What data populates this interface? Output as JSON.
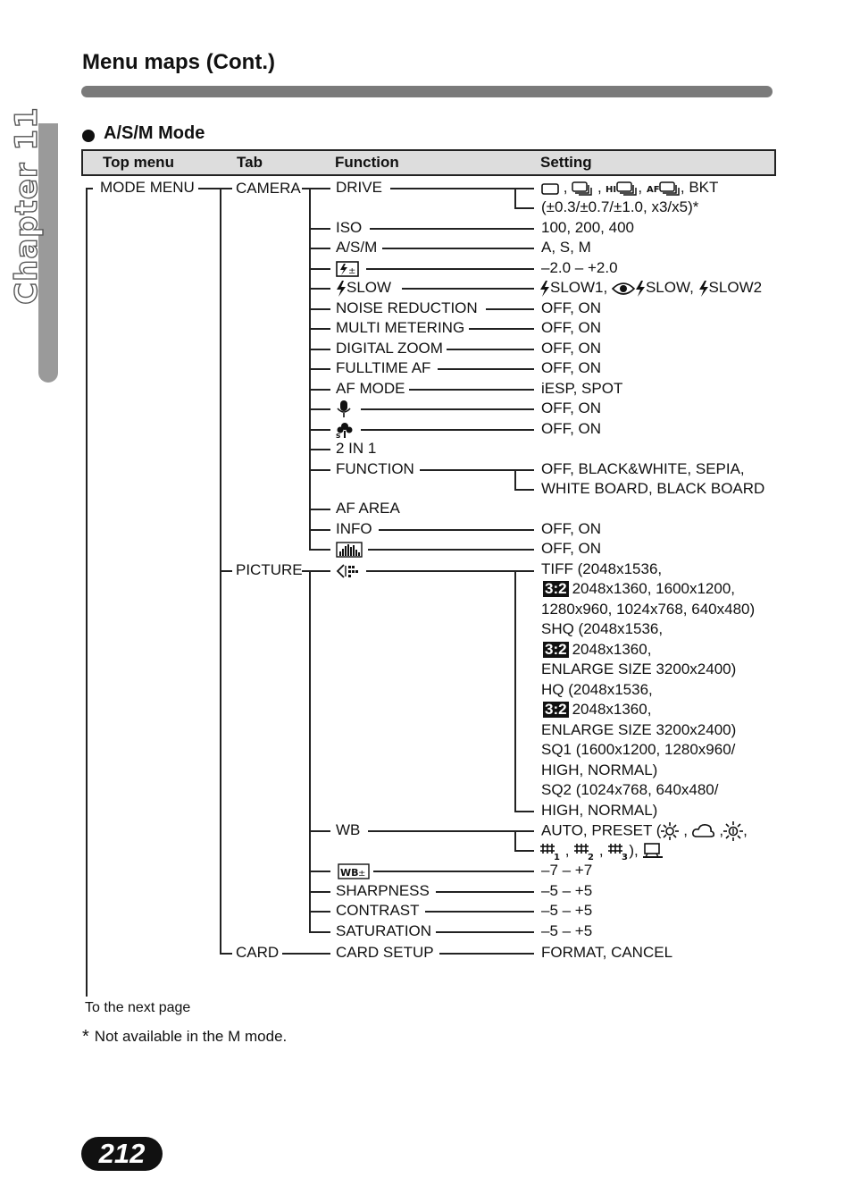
{
  "page_title": "Menu maps (Cont.)",
  "chapter_label": "Chapter 11",
  "section_title": "A/S/M Mode",
  "columns": [
    "Top menu",
    "Tab",
    "Function",
    "Setting"
  ],
  "top_menu": "MODE MENU",
  "tabs": [
    "CAMERA",
    "PICTURE",
    "CARD"
  ],
  "functions": {
    "drive": "DRIVE",
    "iso": "ISO",
    "asm": "A/S/M",
    "slow": "SLOW",
    "noise": "NOISE REDUCTION",
    "multi": "MULTI METERING",
    "dzoom": "DIGITAL ZOOM",
    "fulltime": "FULLTIME AF",
    "afmode": "AF MODE",
    "twoin1": "2 IN 1",
    "function": "FUNCTION",
    "afarea": "AF AREA",
    "info": "INFO",
    "wb": "WB",
    "sharpness": "SHARPNESS",
    "contrast": "CONTRAST",
    "saturation": "SATURATION",
    "cardsetup": "CARD SETUP"
  },
  "settings": {
    "drive_1_end": ", BKT",
    "drive_2": "(±0.3/±0.7/±1.0, x3/x5)*",
    "iso": "100, 200, 400",
    "asm": "A, S, M",
    "flash_comp": "–2.0 – +2.0",
    "slow_1": "SLOW1, ",
    "slow_2": "SLOW, ",
    "slow_3": "SLOW2",
    "off_on": "OFF, ON",
    "afmode": "iESP, SPOT",
    "function_1": "OFF, BLACK&WHITE, SEPIA,",
    "function_2": "WHITE BOARD, BLACK BOARD",
    "badge_32": "3:2",
    "q1": "TIFF (2048x1536,",
    "q2": "2048x1360, 1600x1200,",
    "q3": "1280x960, 1024x768, 640x480)",
    "q4": "SHQ (2048x1536,",
    "q5": "2048x1360,",
    "q6": "ENLARGE SIZE 3200x2400)",
    "q7": "HQ (2048x1536,",
    "q8": "2048x1360,",
    "q9": "ENLARGE SIZE 3200x2400)",
    "q10": "SQ1 (1600x1200, 1280x960/",
    "q11": "HIGH, NORMAL)",
    "q12": "SQ2 (1024x768, 640x480/",
    "q13": "HIGH, NORMAL)",
    "wb_1": "AUTO, PRESET (",
    "wb_comp": "–7 – +7",
    "range5": "–5 – +5",
    "cardsetup": "FORMAT, CANCEL"
  },
  "footer": {
    "next_page": "To the next page",
    "note_mark": "*",
    "note": "Not available in the M mode.",
    "page_number": "212"
  },
  "icons": [
    "single-frame-icon",
    "sequential-icon",
    "hi-sequential-icon",
    "af-sequential-icon",
    "flash-compensation-icon",
    "flash-icon",
    "red-eye-icon",
    "microphone-icon",
    "sound-record-icon",
    "histogram-icon",
    "image-quality-icon",
    "sunny-icon",
    "cloudy-icon",
    "tungsten-icon",
    "fluorescent-1-icon",
    "fluorescent-2-icon",
    "fluorescent-3-icon",
    "one-touch-wb-icon",
    "wb-compensation-icon"
  ]
}
